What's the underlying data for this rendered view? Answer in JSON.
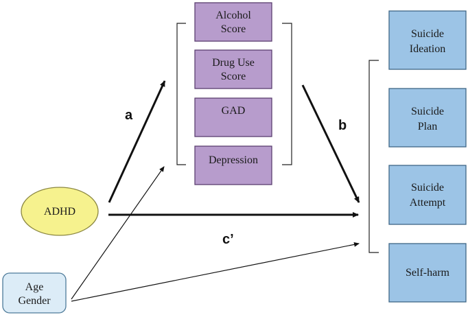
{
  "colors": {
    "mediator_fill": "#b79ccc",
    "mediator_stroke": "#5b3f6f",
    "outcome_fill": "#9cc4e6",
    "outcome_stroke": "#3f6685",
    "exposure_fill": "#f6f28e",
    "exposure_stroke": "#8a8640",
    "covariate_fill": "#dcecf7",
    "covariate_stroke": "#4d7a99",
    "arrow": "#111111"
  },
  "exposure": {
    "label": "ADHD"
  },
  "covariates": {
    "lines": [
      "Age",
      "Gender"
    ]
  },
  "mediators": [
    {
      "lines": [
        "Alcohol",
        "Score"
      ]
    },
    {
      "lines": [
        "Drug Use",
        "Score"
      ]
    },
    {
      "lines": [
        "GAD"
      ]
    },
    {
      "lines": [
        "Depression"
      ]
    }
  ],
  "outcomes": [
    {
      "lines": [
        "Suicide",
        "Ideation"
      ]
    },
    {
      "lines": [
        "Suicide",
        "Plan"
      ]
    },
    {
      "lines": [
        "Suicide",
        "Attempt"
      ]
    },
    {
      "lines": [
        "Self-harm"
      ]
    }
  ],
  "paths": {
    "a": "a",
    "b": "b",
    "c_prime": "c’"
  }
}
